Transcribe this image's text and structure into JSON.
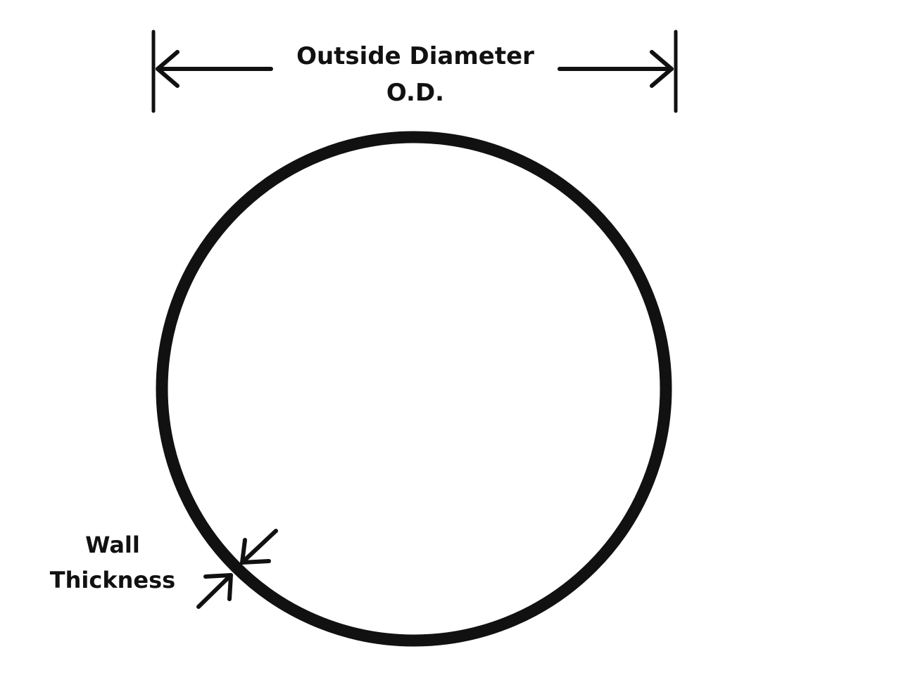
{
  "labels": {
    "outside_diameter": "Outside Diameter",
    "od_abbrev": "O.D.",
    "wall": "Wall",
    "thickness": "Thickness"
  },
  "colors": {
    "stroke": "#111111",
    "background": "#ffffff"
  },
  "icons": {
    "left_arrow": "arrow-left-icon",
    "right_arrow": "arrow-right-icon",
    "wall_arrow_outer": "arrow-down-left-icon",
    "wall_arrow_inner": "arrow-up-right-icon"
  }
}
